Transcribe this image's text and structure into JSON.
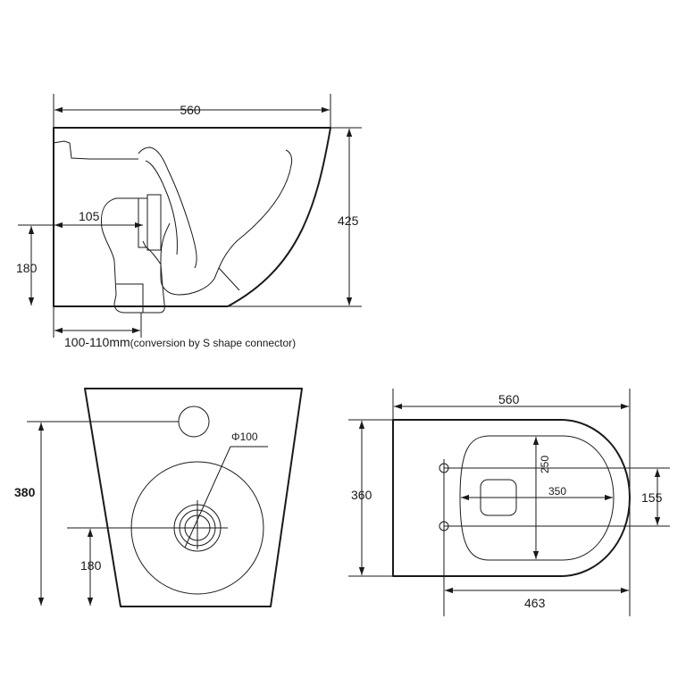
{
  "side_view": {
    "width": "560",
    "height": "425",
    "outlet_offset": "105",
    "outlet_height": "180",
    "note_main": "100-110mm",
    "note_paren": "(conversion by S shape connector)"
  },
  "front_view": {
    "height": "380",
    "outlet_height": "180",
    "outlet_diameter": "Φ100"
  },
  "top_view": {
    "length": "560",
    "width": "360",
    "bowl_length": "350",
    "bowl_width": "250",
    "bolt_spacing": "155",
    "bolt_to_front": "463"
  }
}
